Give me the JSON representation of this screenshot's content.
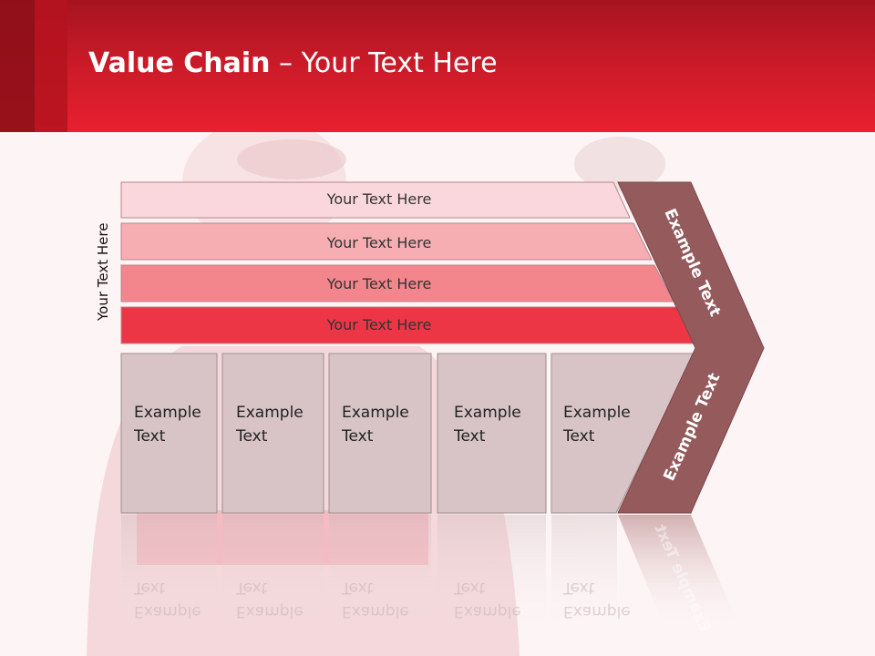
{
  "slide": {
    "title_bold": "Value Chain",
    "title_rest": " – Your Text Here",
    "vertical_label": "Your Text Here"
  },
  "bars": [
    {
      "label": "Your Text Here",
      "color": "#fad7dc"
    },
    {
      "label": "Your Text Here",
      "color": "#f6aeb3"
    },
    {
      "label": "Your Text Here",
      "color": "#f3868d"
    },
    {
      "label": "Your Text Here",
      "color": "#ec3646"
    }
  ],
  "boxes": [
    {
      "line1": "Example",
      "line2": "Text"
    },
    {
      "line1": "Example",
      "line2": "Text"
    },
    {
      "line1": "Example",
      "line2": "Text"
    },
    {
      "line1": "Example",
      "line2": "Text"
    },
    {
      "line1": "Example",
      "line2": "Text"
    }
  ],
  "chevron": {
    "upper_label": "Example Text",
    "lower_label": "Example Text",
    "color": "#955a5c"
  },
  "colors": {
    "header": "#e8202f",
    "box_fill": "#d8c4c6"
  }
}
